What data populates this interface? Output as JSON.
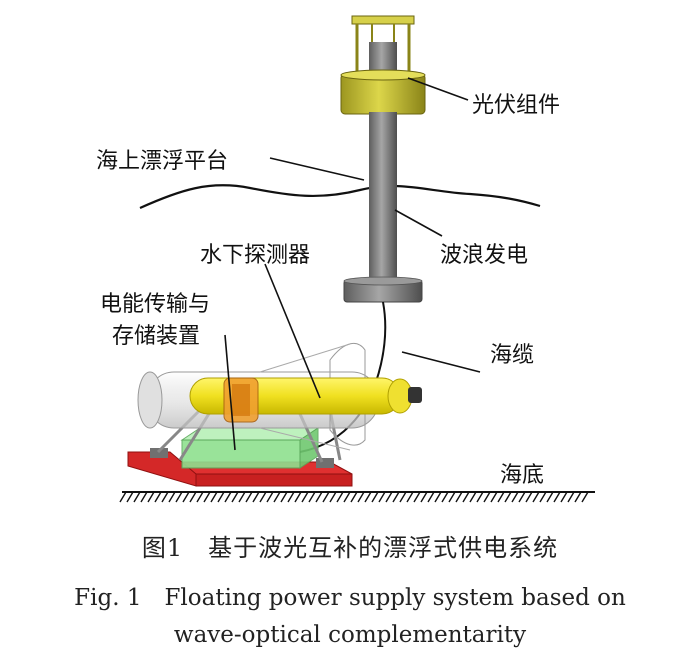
{
  "labels": {
    "pv": "光伏组件",
    "platform": "海上漂浮平台",
    "wave": "波浪发电",
    "detector": "水下探测器",
    "storage_line1": "电能传输与",
    "storage_line2": "存储装置",
    "cable": "海缆",
    "seabed": "海底"
  },
  "caption": {
    "zh": "图1　基于波光互补的漂浮式供电系统",
    "en_line1": "Fig. 1　Floating power supply system based on",
    "en_line2": "wave-optical complementarity"
  },
  "colors": {
    "pv_module": "#c8c23a",
    "column": "#7a7a7a",
    "detector": "#f2ea2a",
    "storage": "#8fe08f",
    "frame": "#e03030"
  }
}
